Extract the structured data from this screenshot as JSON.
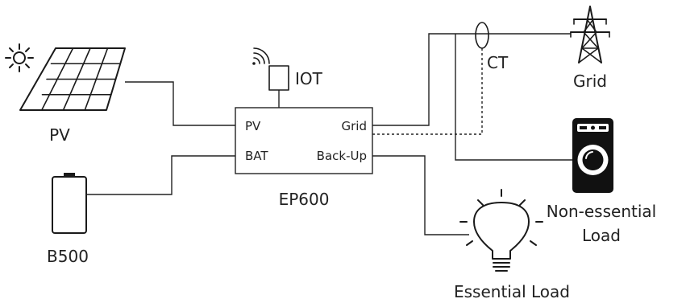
{
  "labels": {
    "pv": "PV",
    "battery": "B500",
    "iot": "IOT",
    "inverter": "EP600",
    "port_pv": "PV",
    "port_bat": "BAT",
    "port_grid": "Grid",
    "port_backup": "Back-Up",
    "ct": "CT",
    "grid": "Grid",
    "nonessential_line1": "Non-essential",
    "nonessential_line2": "Load",
    "essential": "Essential Load"
  },
  "icons": {
    "sun": "sun-icon",
    "solar_panel": "solar-panel-icon",
    "battery": "battery-icon",
    "wifi": "wifi-icon",
    "iot_module": "iot-module-icon",
    "ct_clamp": "ct-clamp-icon",
    "pylon": "power-pylon-icon",
    "washer": "washing-machine-icon",
    "bulb": "light-bulb-icon"
  },
  "colors": {
    "line": "#222222",
    "text": "#222222",
    "background": "#ffffff"
  }
}
